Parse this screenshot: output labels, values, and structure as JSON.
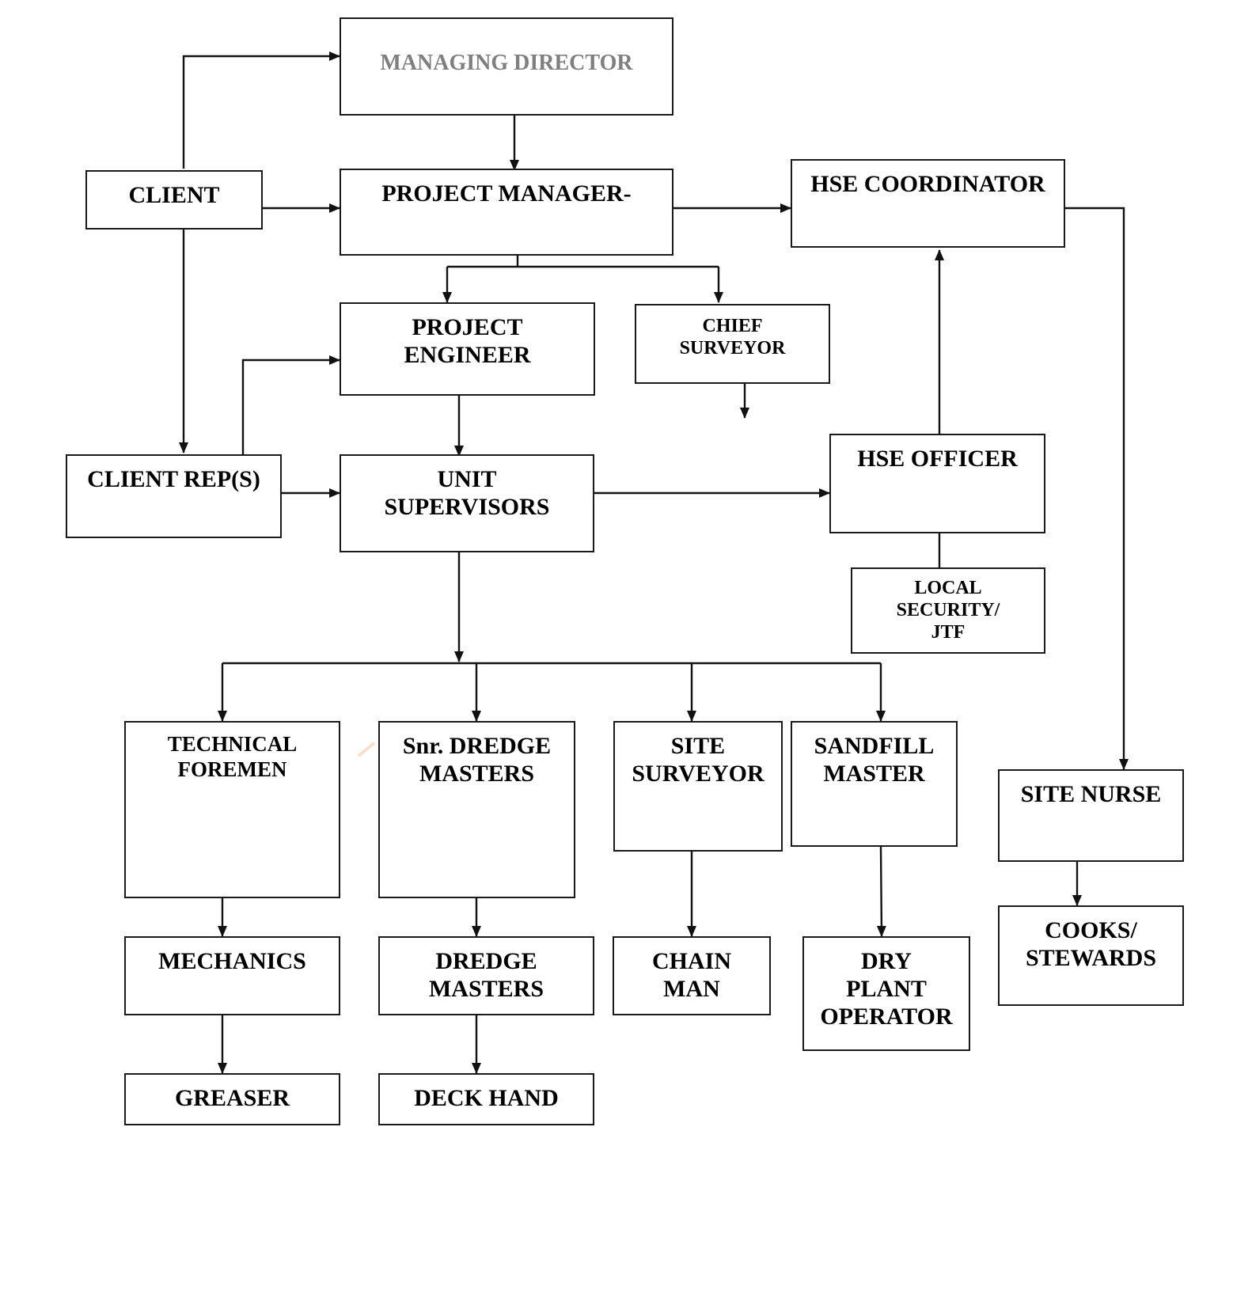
{
  "boxes": {
    "managing_director": "MANAGING DIRECTOR",
    "client": "CLIENT",
    "project_manager": "PROJECT MANAGER-",
    "hse_coordinator": "HSE COORDINATOR",
    "project_engineer": "PROJECT\nENGINEER",
    "chief_surveyor": "CHIEF\nSURVEYOR",
    "client_reps": "CLIENT REP(S)",
    "unit_supervisors": "UNIT\nSUPERVISORS",
    "hse_officer": "HSE OFFICER",
    "local_security": "LOCAL\nSECURITY/\nJTF",
    "technical_foremen": "TECHNICAL\nFOREMEN",
    "snr_dredge_masters": "Snr. DREDGE\nMASTERS",
    "site_surveyor": "SITE\nSURVEYOR",
    "sandfill_master": "SANDFILL\nMASTER",
    "site_nurse": "SITE NURSE",
    "mechanics": "MECHANICS",
    "dredge_masters": "DREDGE\nMASTERS",
    "chain_man": "CHAIN\nMAN",
    "dry_plant_operator": "DRY\nPLANT\nOPERATOR",
    "cooks_stewards": "COOKS/\nSTEWARDS",
    "greaser": "GREASER",
    "deck_hand": "DECK HAND"
  },
  "colors": {
    "line": "#111111",
    "managing_director_text": "#7f7f7f"
  }
}
